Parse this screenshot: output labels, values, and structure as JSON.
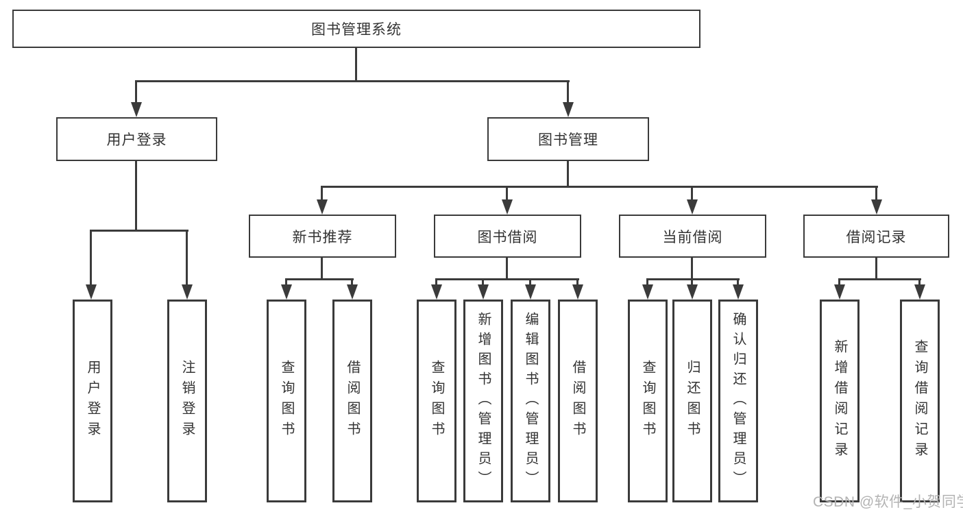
{
  "tree": {
    "root": {
      "label": "图书管理系统"
    },
    "branches": [
      {
        "label": "用户登录",
        "children": [
          {
            "label": "用户登录"
          },
          {
            "label": "注销登录"
          }
        ]
      },
      {
        "label": "图书管理",
        "sections": [
          {
            "label": "新书推荐",
            "children": [
              {
                "label": "查询图书"
              },
              {
                "label": "借阅图书"
              }
            ]
          },
          {
            "label": "图书借阅",
            "children": [
              {
                "label": "查询图书"
              },
              {
                "label": "新增图书（管理员）"
              },
              {
                "label": "编辑图书（管理员）"
              },
              {
                "label": "借阅图书"
              }
            ]
          },
          {
            "label": "当前借阅",
            "children": [
              {
                "label": "查询图书"
              },
              {
                "label": "归还图书"
              },
              {
                "label": "确认归还（管理员）"
              }
            ]
          },
          {
            "label": "借阅记录",
            "children": [
              {
                "label": "新增借阅记录"
              },
              {
                "label": "查询借阅记录"
              }
            ]
          }
        ]
      }
    ]
  },
  "watermark": {
    "text": "CSDN @软件_小贺同学"
  },
  "colors": {
    "line": "#3b3b3b",
    "border": "#3a3a3a",
    "text": "#333333",
    "watermark": "#b3b3b3",
    "background": "#ffffff"
  }
}
